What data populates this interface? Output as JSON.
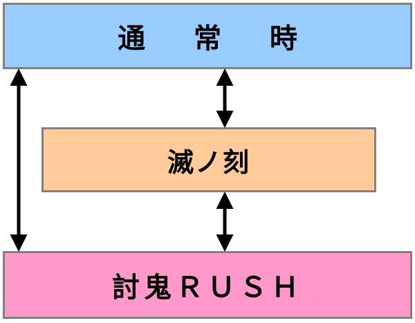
{
  "states": {
    "normal": {
      "label": "通 常 時",
      "color": "#99ccff"
    },
    "metsu": {
      "label": "滅ノ刻",
      "color": "#ffcc99"
    },
    "rush": {
      "label": "討鬼ＲＵＳＨ",
      "color": "#ff99cc"
    }
  },
  "transitions": [
    {
      "from": "通 常 時",
      "to": "滅ノ刻",
      "direction": "bidirectional"
    },
    {
      "from": "滅ノ刻",
      "to": "討鬼ＲＵＳＨ",
      "direction": "bidirectional"
    },
    {
      "from": "通 常 時",
      "to": "討鬼ＲＵＳＨ",
      "direction": "bidirectional"
    }
  ],
  "colors": {
    "border": "#808080",
    "arrow": "#000000"
  }
}
